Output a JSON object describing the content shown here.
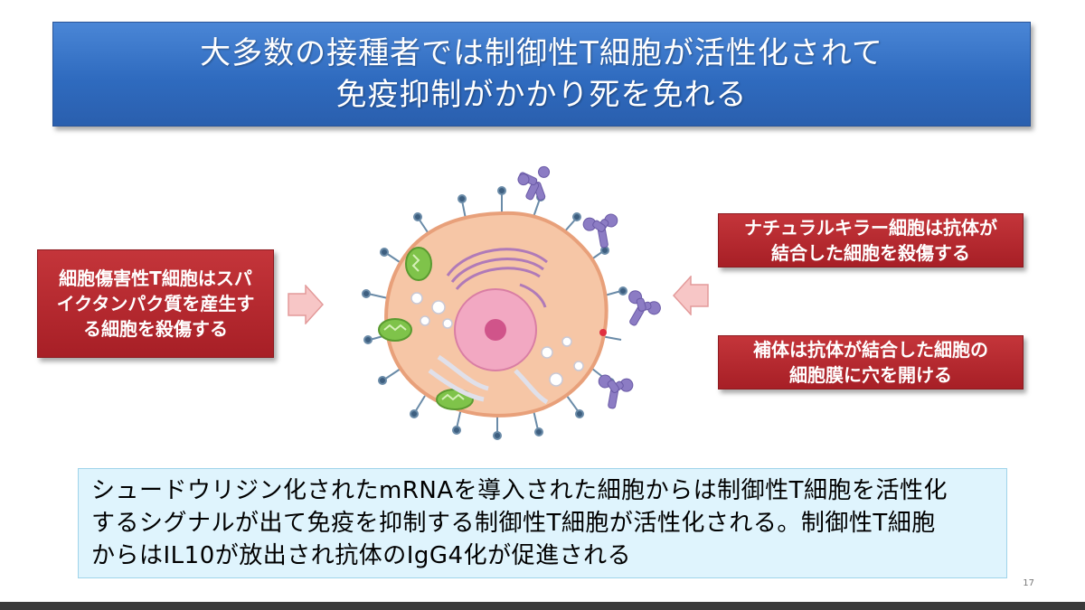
{
  "title": {
    "line1": "大多数の接種者では制御性T細胞が活性化されて",
    "line2": "免疫抑制がかかり死を免れる"
  },
  "left_box": {
    "lines": [
      "細胞傷害性T細胞はスパ",
      "イクタンパク質を産生す",
      "る細胞を殺傷する"
    ]
  },
  "right_top_box": {
    "lines": [
      "ナチュラルキラー細胞は抗体が",
      "結合した細胞を殺傷する"
    ]
  },
  "right_bottom_box": {
    "lines": [
      "補体は抗体が結合した細胞の",
      "細胞膜に穴を開ける"
    ]
  },
  "bottom_box": {
    "lines": [
      "シュードウリジン化されたmRNAを導入された細胞からは制御性T細胞を活性化",
      "するシグナルが出て免疫を抑制する制御性T細胞が活性化される。制御性T細胞",
      "からはIL10が放出され抗体のIgG4化が促進される"
    ]
  },
  "page_number": "17",
  "colors": {
    "title_bg": "#2f6bbf",
    "red_box_bg": "#b0252b",
    "bottom_box_bg": "#dff4fd",
    "arrow_fill": "#f7c6c6"
  },
  "illustration": {
    "icons": [
      "cell-icon",
      "antibody-icon",
      "right-arrow-icon",
      "left-arrow-icon"
    ]
  }
}
